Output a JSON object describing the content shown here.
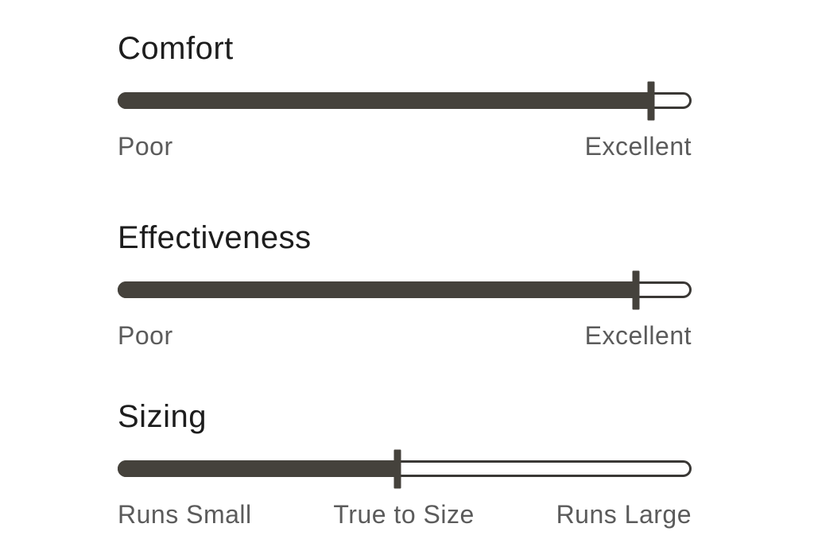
{
  "colors": {
    "background": "#ffffff",
    "title_text": "#1d1d1d",
    "label_text": "#5b5b5b",
    "bar_fill": "#45423c",
    "track_border": "#3a3835",
    "track_background": "#ffffff"
  },
  "sliders": [
    {
      "title": "Comfort",
      "value_percent": 93,
      "labels": [
        "Poor",
        "Excellent"
      ]
    },
    {
      "title": "Effectiveness",
      "value_percent": 90.3,
      "labels": [
        "Poor",
        "Excellent"
      ]
    },
    {
      "title": "Sizing",
      "value_percent": 48.8,
      "labels": [
        "Runs Small",
        "True to Size",
        "Runs Large"
      ]
    }
  ],
  "chart_data": {
    "type": "bar",
    "categories": [
      "Comfort",
      "Effectiveness",
      "Sizing"
    ],
    "values": [
      0.93,
      0.9,
      0.49
    ],
    "value_scale": "fraction of slider track (0 = left end, 1 = right end)",
    "scale_labels": [
      [
        "Poor",
        "Excellent"
      ],
      [
        "Poor",
        "Excellent"
      ],
      [
        "Runs Small",
        "True to Size",
        "Runs Large"
      ]
    ],
    "title": "",
    "xlabel": "",
    "ylabel": "",
    "legend": false,
    "grid": false
  }
}
